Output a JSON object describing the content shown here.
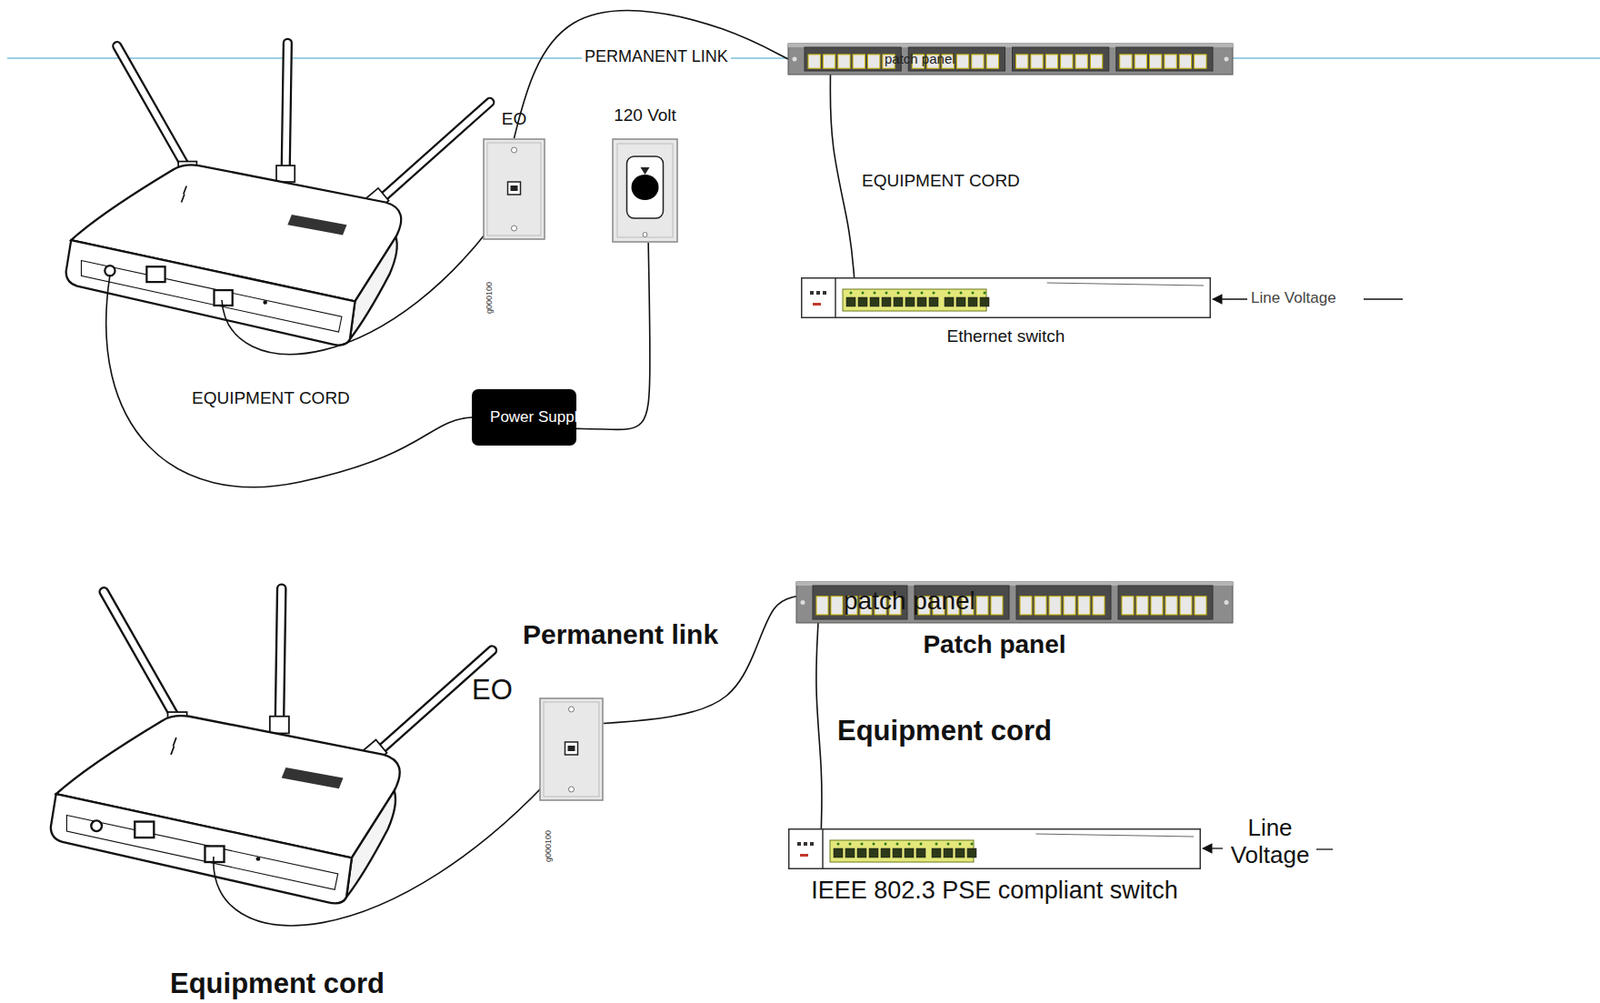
{
  "diagram": {
    "nodes": [
      {
        "text": [
          "EO"
        ]
      },
      {
        "text": [
          "120 Volt"
        ]
      },
      {
        "text": [
          "Power Supply"
        ]
      },
      {
        "text": [
          "patch panel"
        ]
      },
      {
        "text": [
          "Ethernet switch"
        ]
      },
      {
        "text": [
          "EO"
        ]
      },
      {
        "text": [
          "patch panel",
          "Patch panel"
        ]
      },
      {
        "text": [
          "IEEE 802.3 PSE compliant switch"
        ]
      }
    ],
    "edges": [
      {
        "from": 0,
        "to": 3,
        "arrow": "none",
        "label": "PERMANENT LINK"
      },
      {
        "from": 3,
        "to": 4,
        "arrow": "none",
        "label": "EQUIPMENT CORD"
      },
      {
        "from": 1,
        "to": 2,
        "arrow": "none"
      },
      {
        "from": 5,
        "to": 6,
        "arrow": "none",
        "label": "Permanent link"
      },
      {
        "from": 6,
        "to": 7,
        "arrow": "none",
        "label": "Equipment cord"
      }
    ],
    "labels": [
      "EQUIPMENT CORD",
      "g000100",
      "Line Voltage",
      "Equipment cord",
      "g000100",
      "Line Voltage"
    ]
  }
}
